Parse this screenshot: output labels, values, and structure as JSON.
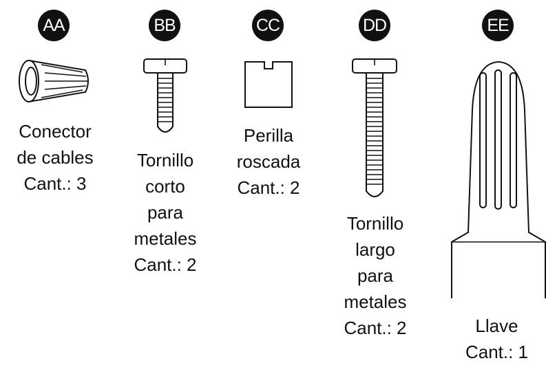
{
  "parts": [
    {
      "id": "AA",
      "lines": [
        "Conector",
        "de cables",
        "Cant.: 3"
      ]
    },
    {
      "id": "BB",
      "lines": [
        "Tornillo",
        "corto",
        "para",
        "metales",
        "Cant.: 2"
      ]
    },
    {
      "id": "CC",
      "lines": [
        "Perilla",
        "roscada",
        "Cant.: 2"
      ]
    },
    {
      "id": "DD",
      "lines": [
        "Tornillo",
        "largo",
        "para",
        "metales",
        "Cant.: 2"
      ]
    },
    {
      "id": "EE",
      "lines": [
        "Llave",
        "Cant.: 1"
      ]
    }
  ]
}
